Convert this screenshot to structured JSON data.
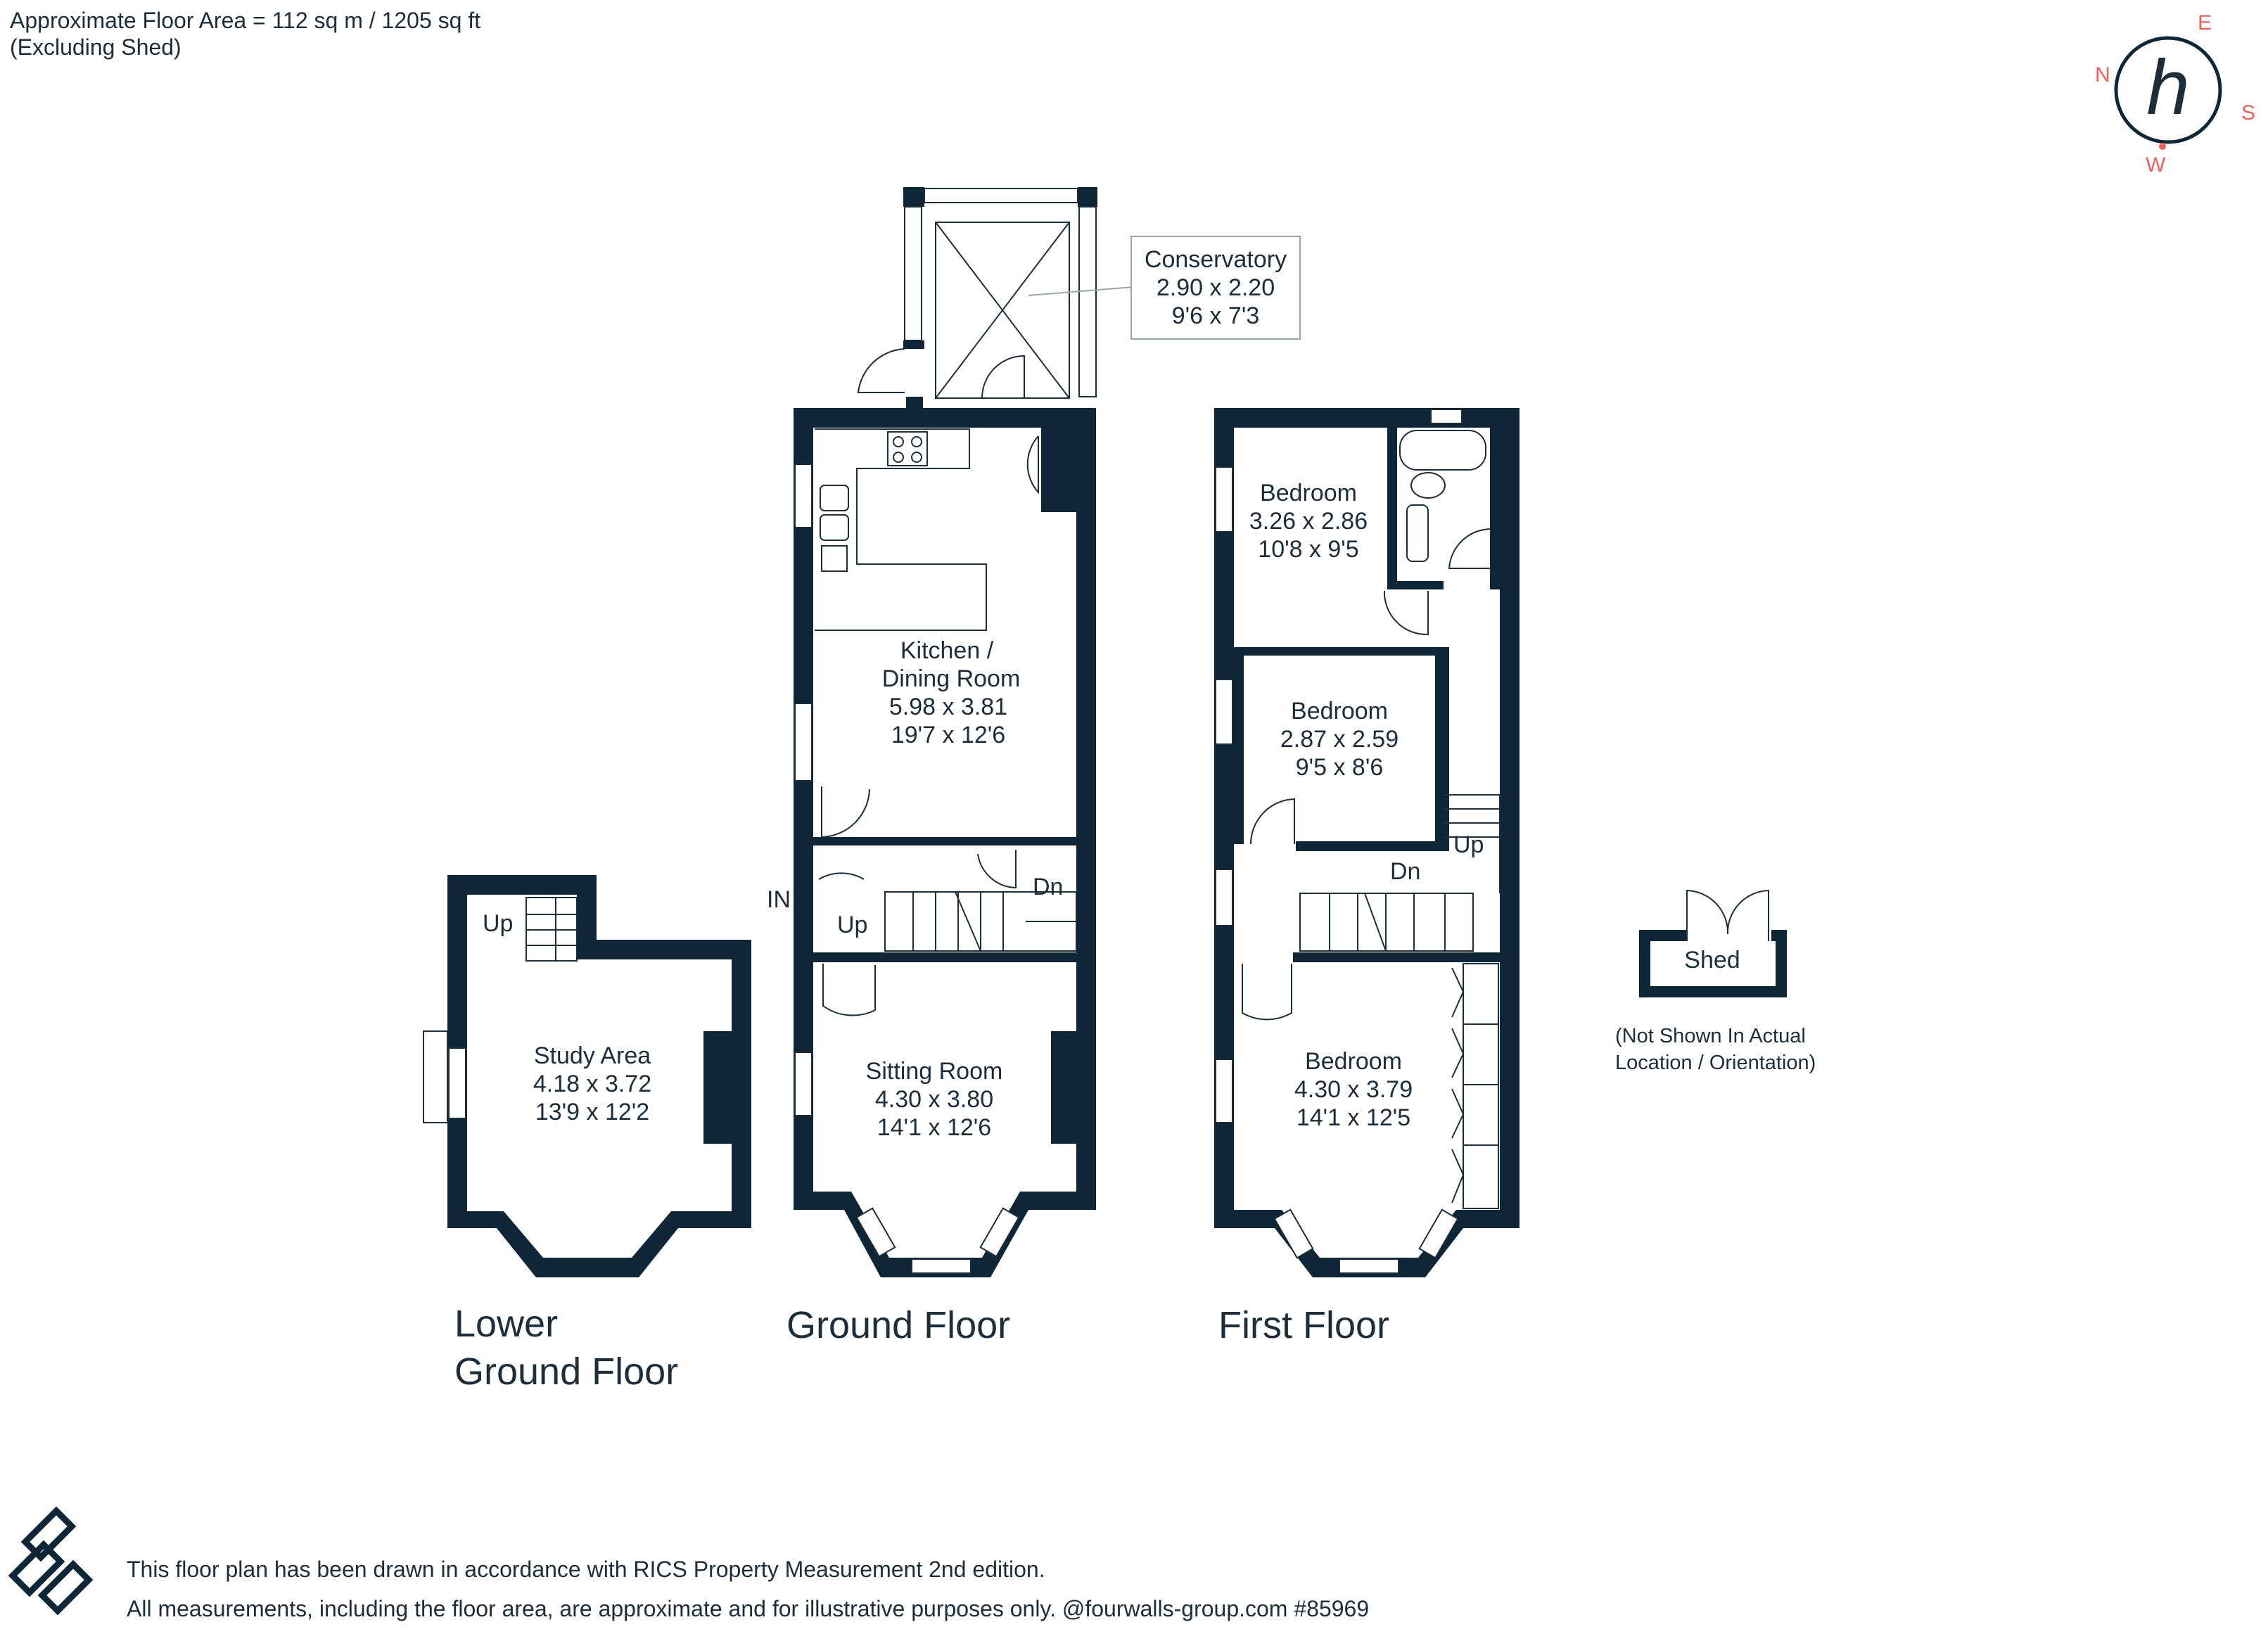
{
  "header": {
    "area_line": "Approximate Floor Area = 112 sq m / 1205 sq ft",
    "area_note": "(Excluding Shed)"
  },
  "compass": {
    "n": "N",
    "e": "E",
    "s": "S",
    "w": "W",
    "logo": "h"
  },
  "floors": {
    "lower": {
      "line1": "Lower",
      "line2": "Ground Floor"
    },
    "ground": "Ground Floor",
    "first": "First Floor"
  },
  "rooms": {
    "conservatory": {
      "name": "Conservatory",
      "metric": "2.90 x 2.20",
      "imperial": "9'6 x 7'3"
    },
    "kitchen": {
      "name1": "Kitchen /",
      "name2": "Dining Room",
      "metric": "5.98 x 3.81",
      "imperial": "19'7 x 12'6"
    },
    "sitting": {
      "name": "Sitting Room",
      "metric": "4.30 x 3.80",
      "imperial": "14'1 x 12'6"
    },
    "study": {
      "name": "Study Area",
      "metric": "4.18 x 3.72",
      "imperial": "13'9 x 12'2"
    },
    "bedroom1": {
      "name": "Bedroom",
      "metric": "3.26 x 2.86",
      "imperial": "10'8 x 9'5"
    },
    "bedroom2": {
      "name": "Bedroom",
      "metric": "2.87 x 2.59",
      "imperial": "9'5 x 8'6"
    },
    "bedroom3": {
      "name": "Bedroom",
      "metric": "4.30 x 3.79",
      "imperial": "14'1 x 12'5"
    },
    "shed": {
      "name": "Shed",
      "note1": "(Not Shown In Actual",
      "note2": "Location / Orientation)"
    }
  },
  "labels": {
    "up": "Up",
    "down": "Dn",
    "entrance": "IN"
  },
  "footer": {
    "line1": "This floor plan has been drawn in accordance with RICS Property Measurement 2nd edition.",
    "line2": "All measurements, including the floor area, are approximate and for illustrative purposes only. @fourwalls-group.com #85969"
  },
  "colors": {
    "wall": "#0f2637",
    "compass_letters": "#e8615a",
    "text": "#1d2d3a"
  }
}
